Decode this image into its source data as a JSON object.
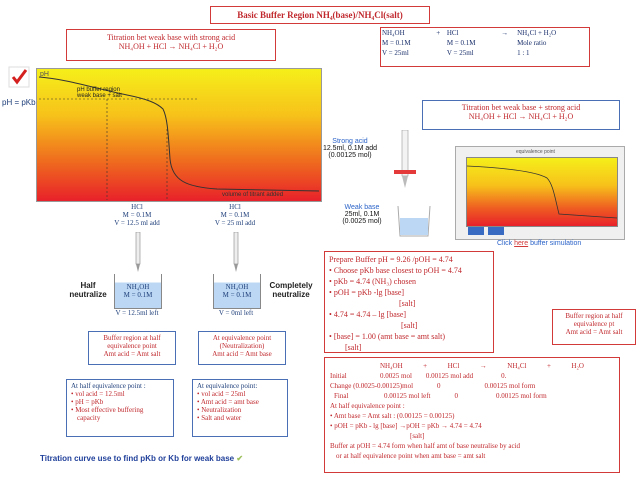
{
  "title": "Basic Buffer Region NH₄(base)/NH₄Cl(salt)",
  "left_titration_title": {
    "line1": "Titration bet weak base with strong acid",
    "line2": "NH₄OH  +  HCl →  NH₄Cl +  H₂O"
  },
  "graph": {
    "y_label": "pH",
    "region_label_1": "pH buffer region",
    "region_label_2": "weak base + salt",
    "x_label": "volume of titrant added",
    "ph_pkb_label": "pH = pKb",
    "colors": {
      "top": "#f5ef1a",
      "bottom": "#e8212a"
    }
  },
  "hcl_half": {
    "line1": "HCl",
    "line2": "M = 0.1M",
    "line3": "V = 12.5 ml add"
  },
  "hcl_full": {
    "line1": "HCl",
    "line2": "M = 0.1M",
    "line3": "V = 25 ml add"
  },
  "beaker_half": {
    "side_label_1": "Half",
    "side_label_2": "neutralize",
    "content_1": "NH₄OH",
    "content_2": "M = 0.1M",
    "under": "V = 12.5ml left"
  },
  "beaker_full": {
    "side_label_1": "Completely",
    "side_label_2": "neutralize",
    "content_1": "NH₄OH",
    "content_2": "M = 0.1M",
    "under": "V = 0ml left"
  },
  "buffer_half_box": {
    "line1": "Buffer region at half",
    "line2": "equivalence point",
    "line3": "Amt acid = Amt salt"
  },
  "equiv_box": {
    "line1": "At equivalence point",
    "line2": "(Neutralization)",
    "line3": "Amt acid = Amt base"
  },
  "half_equiv_list": {
    "heading": "At half equivalence point :",
    "items": [
      "vol acid = 12.5ml",
      "pH = pKb",
      "Most effective buffering",
      "capacity"
    ]
  },
  "equiv_list": {
    "heading": "At equivalence point:",
    "items": [
      "vol acid = 25ml",
      "Amt acid = amt base",
      "Neutralization",
      "Salt and water"
    ]
  },
  "bottom_caption": "Titration curve use to find pKb or Kb for weak base",
  "reaction_table_top": {
    "row1": [
      "NH₄OH",
      "+",
      "HCl",
      "→",
      "NH₄Cl  +  H₂O"
    ],
    "row2": [
      "M = 0.1M",
      "",
      "M = 0.1M",
      "",
      "Mole ratio"
    ],
    "row3": [
      "V = 25ml",
      "",
      "V = 25ml",
      "",
      "1 : 1"
    ]
  },
  "right_titration_title": {
    "line1": "Titration bet weak base + strong acid",
    "line2": "NH₄OH  +  HCl  →  NH₄Cl  +  H₂O"
  },
  "strong_acid": {
    "line1": "Strong acid",
    "line2": "12.5ml, 0.1M add",
    "line3": "(0.00125 mol)"
  },
  "weak_base": {
    "line1": "Weak base",
    "line2": "25ml, 0.1M",
    "line3": "(0.0025 mol)"
  },
  "sim_link": {
    "pre": "Click ",
    "link": "here",
    "post": " buffer simulation"
  },
  "sim_window_title": "equivalence point",
  "prepare_box": {
    "heading": "Prepare Buffer pH = 9.26 /pOH = 4.74",
    "items": [
      "Choose pKb base closest to pOH = 4.74",
      "pKb = 4.74 (NH₃) chosen",
      "pOH = pKb  -lg [base]",
      "[salt]",
      "4.74 = 4.74 – lg [base]",
      "[salt]",
      "[base] = 1.00  (amt base = amt salt)",
      "[salt]"
    ]
  },
  "buffer_half_right": {
    "line1": "Buffer region at half",
    "line2": "equivalence pt",
    "line3": "Amt acid = Amt salt"
  },
  "ice_box": {
    "header": [
      "NH₄OH",
      "+",
      "HCl",
      "→",
      "NH₄Cl",
      "+",
      "H₂O"
    ],
    "initial": [
      "Initial",
      "0.0025 mol",
      "0.00125 mol add",
      "0."
    ],
    "change": [
      "Change (0.0025-0.00125)mol",
      "0",
      "0.00125 mol form"
    ],
    "final": [
      "Final",
      "0.00125 mol left",
      "0",
      "0.00125 mol form"
    ],
    "half_heading": "At half equivalence point :",
    "line_amt": "Amt base = Amt salt : (0.00125 = 0.00125)",
    "line_poh": "pOH = pKb - lg [base]  →pOH = pKb  → 4.74 = 4.74",
    "line_salt": "[salt]",
    "line_buffer1": "Buffer at pOH = 4.74 form when half amt of base neutralise by acid",
    "line_buffer2": "or at half equivalence point when amt base = amt salt"
  }
}
